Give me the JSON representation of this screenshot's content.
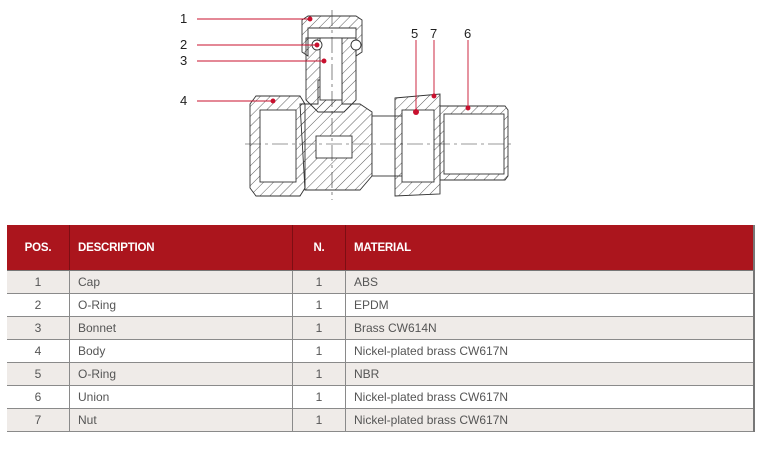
{
  "diagram": {
    "title": "Straight radiator lockshield valve - sectional view",
    "callouts": [
      "1",
      "2",
      "3",
      "4",
      "5",
      "7",
      "6"
    ],
    "callout_color": "#c8102e"
  },
  "table": {
    "header_color": "#ab151d",
    "columns": [
      "POS.",
      "DESCRIPTION",
      "N.",
      "MATERIAL"
    ],
    "rows": [
      {
        "pos": "1",
        "description": "Cap",
        "n": "1",
        "material": "ABS"
      },
      {
        "pos": "2",
        "description": "O-Ring",
        "n": "1",
        "material": "EPDM"
      },
      {
        "pos": "3",
        "description": "Bonnet",
        "n": "1",
        "material": "Brass CW614N"
      },
      {
        "pos": "4",
        "description": "Body",
        "n": "1",
        "material": "Nickel-plated brass CW617N"
      },
      {
        "pos": "5",
        "description": "O-Ring",
        "n": "1",
        "material": "NBR"
      },
      {
        "pos": "6",
        "description": "Union",
        "n": "1",
        "material": "Nickel-plated brass CW617N"
      },
      {
        "pos": "7",
        "description": "Nut",
        "n": "1",
        "material": "Nickel-plated brass CW617N"
      }
    ]
  }
}
